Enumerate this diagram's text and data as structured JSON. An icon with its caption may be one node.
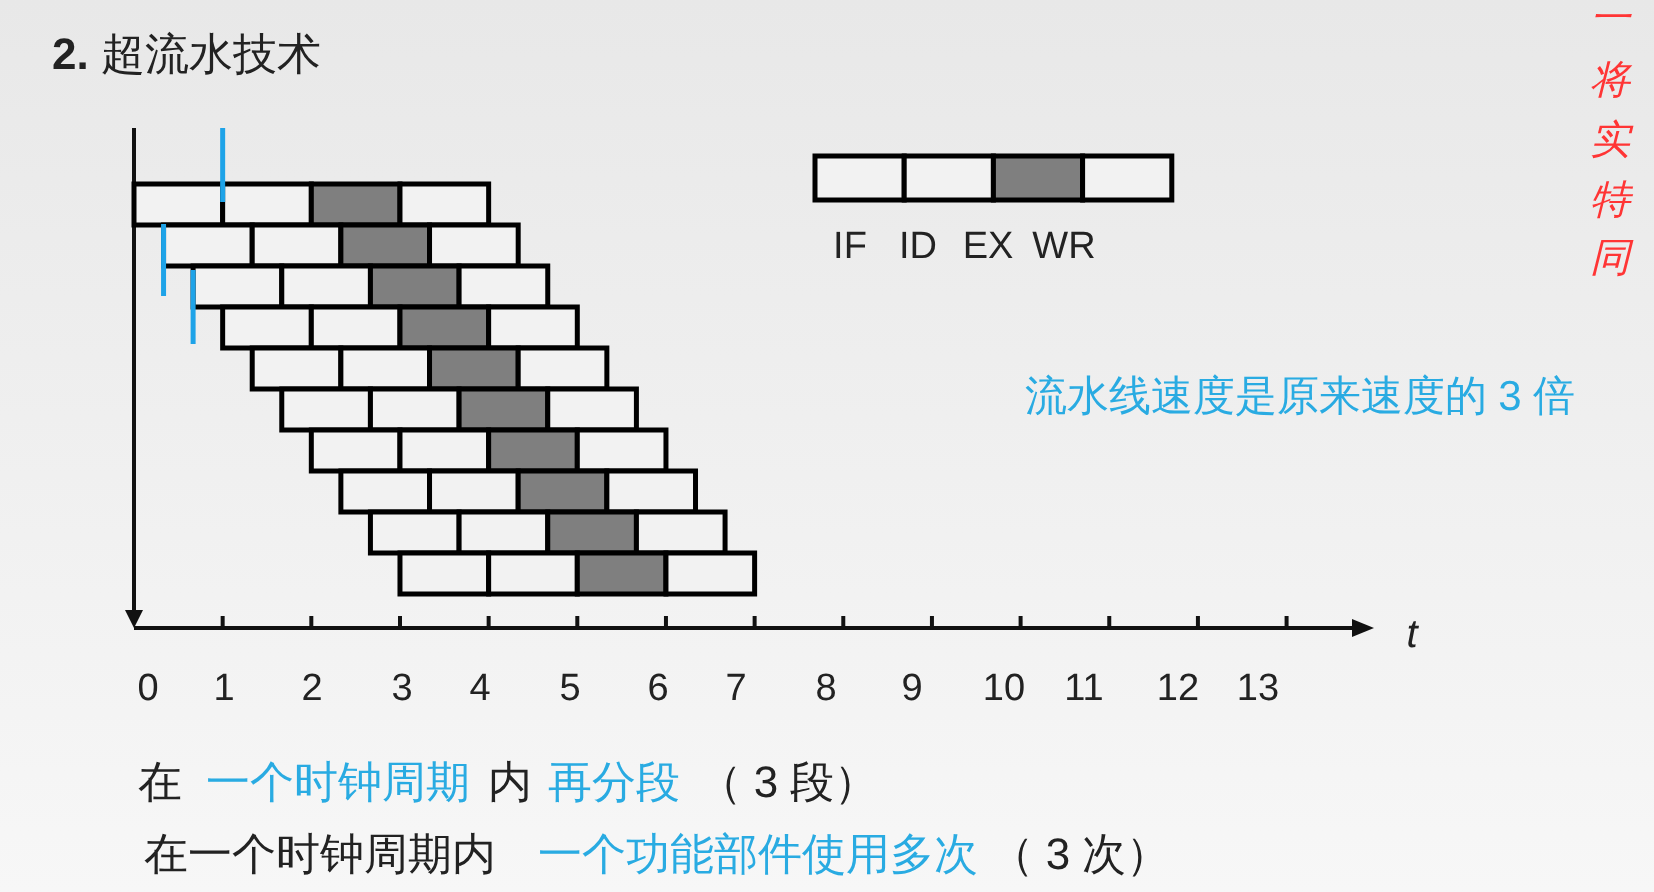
{
  "diagram": {
    "title": "**2.** 超流水技术",
    "labels": [
      "一",
      "将",
      "实",
      "特",
      "同",
      "流水线速度是原来速度的 3 倍",
      "0",
      "1",
      "2",
      "3",
      "4",
      "5",
      "6",
      "7",
      "8",
      "9",
      "10",
      "11",
      "12",
      "13",
      "t",
      "在",
      "一个时钟周期",
      "内",
      "再分段",
      "（ 3 段）",
      "在一个时钟周期内",
      "一个功能部件使用多次",
      "（ 3 次）"
    ],
    "legend": [
      {
        "text": "IF",
        "color": "#f2f2f2"
      },
      {
        "text": "ID",
        "color": "#f2f2f2"
      },
      {
        "text": "EX",
        "color": "#7f7f7f"
      },
      {
        "text": "WR",
        "color": "#f2f2f2"
      }
    ]
  }
}
